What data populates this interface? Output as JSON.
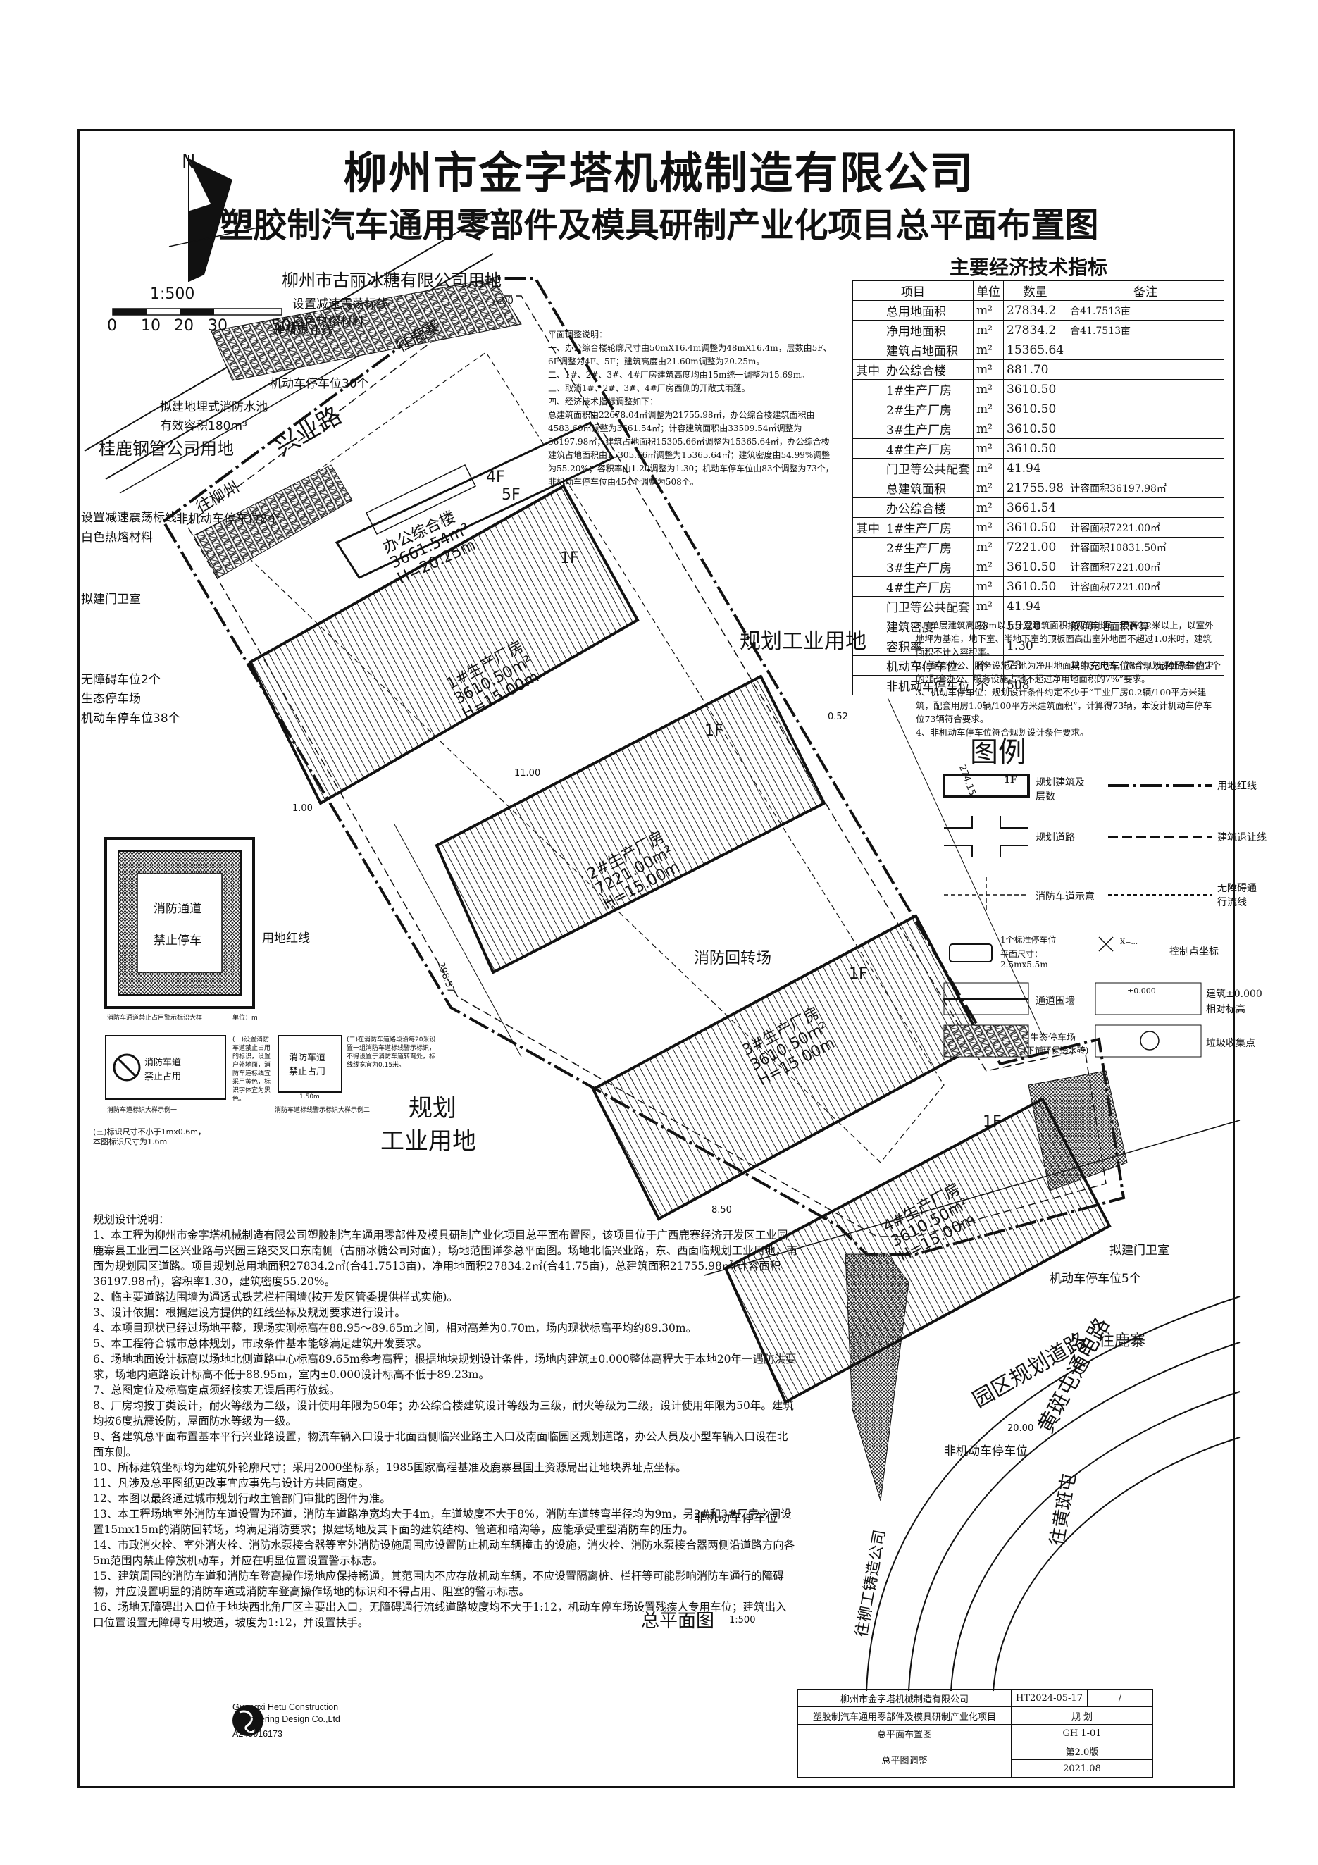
{
  "titles": {
    "company": "柳州市金字塔机械制造有限公司",
    "project": "塑胶制汽车通用零部件及模具研制产业化项目总平面布置图"
  },
  "scale": {
    "label": "1:500",
    "ticks": [
      "0",
      "10",
      "20",
      "30",
      "50m"
    ]
  },
  "north": {
    "label": "N"
  },
  "neighbors": {
    "north": "柳州市古丽冰糖有限公司用地",
    "west": "桂鹿钢管公司用地",
    "east": "规划工业用地",
    "southwest_1": "规划",
    "southwest_2": "工业用地"
  },
  "roads": {
    "xingye": "兴业路",
    "wang_liuzhou": "往柳州",
    "wang_luzhai_top": "往鹿寨",
    "wang_luzhai_bottom": "往鹿寨",
    "park_road": "园区规划道路",
    "huangbantun": "黄斑屯通电路",
    "wang_huangbantun": "往黄斑屯",
    "wang_liugong": "往柳工铸造公司"
  },
  "site_labels": {
    "speed_bump_top": "设置减速震荡标线",
    "white_hot_top": "白色热熔材料",
    "setback": "建筑退让线",
    "moto_30": "机动车停车位30个",
    "fire_pool_1": "拟建地埋式消防水池",
    "fire_pool_2": "有效容积180m³",
    "speed_bump_left": "设置减速震荡标线",
    "white_hot_left": "白色热熔材料",
    "nonmoto_8": "非机动车停车位8个",
    "gate_left": "拟建门卫室",
    "accessible_2": "无障碍车位2个",
    "eco_parking": "生态停车场",
    "moto_38": "机动车停车位38个",
    "boundary": "用地红线",
    "fire_turn": "消防回转场",
    "gate_right": "拟建门卫室",
    "moto_5": "机动车停车位5个",
    "nonmoto_right": "非机动车停车位",
    "nonmoto_bottom": "非机动车停车位",
    "site_plan": "总平面图",
    "site_plan_scale": "1:500"
  },
  "buildings": [
    {
      "name": "办公综合楼",
      "area": "3661.54m²",
      "height": "H=20.25m"
    },
    {
      "name": "1#生产厂房",
      "area": "3610.50m²",
      "height": "H=15.00m"
    },
    {
      "name": "2#生产厂房",
      "area": "7221.00m²",
      "height": "H=15.00m"
    },
    {
      "name": "3#生产厂房",
      "area": "3610.50m²",
      "height": "H=15.00m"
    },
    {
      "name": "4#生产厂房",
      "area": "3610.50m²",
      "height": "H=15.00m"
    }
  ],
  "floor_tags": {
    "office_4f": "4F",
    "office_5f": "5F",
    "plant_1": "1F",
    "plant_2": "1F",
    "plant_3": "1F",
    "plant_4": "1F"
  },
  "dims": {
    "d1": "274.15",
    "d2": "298.57",
    "d3": "0.52",
    "d4": "8.50",
    "d5": "4.00",
    "d6": "1.00",
    "d7": "11.00",
    "d8": "20.00"
  },
  "adjust_notes": [
    "平面调整说明：",
    "一、办公综合楼轮廓尺寸由50mX16.4m调整为48mX16.4m，层数由5F、6F调整为4F、5F；建筑高度由21.60m调整为20.25m。",
    "二、1#、2#、3#、4#厂房建筑高度均由15m统一调整为15.69m。",
    "三、取消1#、2#、3#、4#厂房西侧的开敞式雨蓬。",
    "四、经济技术指标调整如下：",
    "总建筑面积由22678.04㎡调整为21755.98㎡，办公综合楼建筑面积由4583.60㎡调整为3661.54㎡；计容建筑面积由33509.54㎡调整为36197.98㎡；建筑占地面积15305.66㎡调整为15365.64㎡，办公综合楼建筑占地面积由15305.66㎡调整为15365.64㎡；建筑密度由54.99%调整为55.20%；容积率由1.20调整为1.30；机动车停车位由83个调整为73个，非机动车停车位由454个调整为508个。"
  ],
  "eco": {
    "title": "主要经济技术指标",
    "headers": [
      "项目",
      "单位",
      "数量",
      "备注"
    ],
    "rows": [
      {
        "g": "",
        "item": "总用地面积",
        "unit": "m²",
        "qty": "27834.2",
        "note": "合41.7513亩"
      },
      {
        "g": "",
        "item": "净用地面积",
        "unit": "m²",
        "qty": "27834.2",
        "note": "合41.7513亩"
      },
      {
        "g": "",
        "item": "建筑占地面积",
        "unit": "m²",
        "qty": "15365.64",
        "note": ""
      },
      {
        "g": "其中",
        "item": "办公综合楼",
        "unit": "m²",
        "qty": "881.70",
        "note": ""
      },
      {
        "g": "",
        "item": "1#生产厂房",
        "unit": "m²",
        "qty": "3610.50",
        "note": ""
      },
      {
        "g": "",
        "item": "2#生产厂房",
        "unit": "m²",
        "qty": "3610.50",
        "note": ""
      },
      {
        "g": "",
        "item": "3#生产厂房",
        "unit": "m²",
        "qty": "3610.50",
        "note": ""
      },
      {
        "g": "",
        "item": "4#生产厂房",
        "unit": "m²",
        "qty": "3610.50",
        "note": ""
      },
      {
        "g": "",
        "item": "门卫等公共配套",
        "unit": "m²",
        "qty": "41.94",
        "note": ""
      },
      {
        "g": "",
        "item": "总建筑面积",
        "unit": "m²",
        "qty": "21755.98",
        "note": "计容面积36197.98㎡"
      },
      {
        "g": "",
        "item": "办公综合楼",
        "unit": "m²",
        "qty": "3661.54",
        "note": ""
      },
      {
        "g": "其中",
        "item": "1#生产厂房",
        "unit": "m²",
        "qty": "3610.50",
        "note": "计容面积7221.00㎡"
      },
      {
        "g": "",
        "item": "2#生产厂房",
        "unit": "m²",
        "qty": "7221.00",
        "note": "计容面积10831.50㎡"
      },
      {
        "g": "",
        "item": "3#生产厂房",
        "unit": "m²",
        "qty": "3610.50",
        "note": "计容面积7221.00㎡"
      },
      {
        "g": "",
        "item": "4#生产厂房",
        "unit": "m²",
        "qty": "3610.50",
        "note": "计容面积7221.00㎡"
      },
      {
        "g": "",
        "item": "门卫等公共配套",
        "unit": "m²",
        "qty": "41.94",
        "note": ""
      },
      {
        "g": "",
        "item": "建筑密度",
        "unit": "%",
        "qty": "55.20",
        "note": "按净用地面积计算"
      },
      {
        "g": "",
        "item": "容积率",
        "unit": "",
        "qty": "1.30",
        "note": ""
      },
      {
        "g": "",
        "item": "机动车停车位",
        "unit": "个",
        "qty": "73",
        "note": "其中充电车位8个，无障碍车位2个"
      },
      {
        "g": "",
        "item": "非机动车停车位",
        "unit": "个",
        "qty": "508",
        "note": ""
      }
    ]
  },
  "table_notes": [
    "1、单层建筑高度8m以上计算建筑面积按两倍计算，层高2.2米以上，以室外地坪为基准，地下室、半地下室的顶板面高出室外地面不超过1.0米时，建筑面积不计入容积率。",
    "2、配套办公、服务设施占地为净用地面积的3.10%，符合规划设计条件约定的“配套办公、服务设施占地不超过净用地面积的7%”要求。",
    "3、机动车停车位：规划设计条件约定不少于“工业厂房0.2辆/100平方米建筑，配套用房1.0辆/100平方米建筑面积”，计算得73辆，本设计机动车停车位73辆符合要求。",
    "4、非机动车停车位符合规划设计条件要求。"
  ],
  "legend": {
    "title": "图例",
    "items": [
      "规划建筑及层数",
      "用地红线",
      "规划道路",
      "建筑退让线",
      "消防车道示意",
      "无障碍通行流线",
      "1个标准停车位",
      "平面尺寸：",
      "2.5mx5.5m",
      "控制点坐标",
      "通道围墙",
      "建筑±0.000",
      "相对标高",
      "生态停车场",
      "(下铺环保透水砖)",
      "垃圾收集点"
    ],
    "floor_tag": "1F",
    "coord_tag": "X=...",
    "elev_tag": "±0.000"
  },
  "sign_boxes": {
    "fire_lane_1": "消防通道",
    "fire_lane_2": "禁止停车",
    "caption_1": "消防车通道禁止占用警示标识大样",
    "round_1": "消防车道",
    "round_2": "禁止占用",
    "caption_2": "消防车道标识大样示例一",
    "rect_1": "消防车道",
    "rect_2": "禁止占用",
    "rect_dim": "1.50m",
    "caption_3": "消防车道标线警示标识大样示例二",
    "note_a": "(一)设置消防车道禁止占用的标识，设置户外地面，消防车道标线宜采用黄色，标识字体宜为黑色。",
    "note_b": "(二)在消防车道路段沿每20米设置一组消防车道标线警示标识，不得设置于消防车道转弯处，标线线宽宜为0.15米。",
    "note_c": "(三)标识尺寸不小于1mx0.6m，本图标识尺寸为1.6m",
    "unit": "单位：m"
  },
  "design_notes": [
    "规划设计说明：",
    "1、本工程为柳州市金字塔机械制造有限公司塑胶制汽车通用零部件及模具研制产业化项目总平面布置图，该项目位于广西鹿寨经济开发区工业园鹿寨县工业园二区兴业路与兴园三路交叉口东南侧（古丽冰糖公司对面），场地范围详参总平面图。场地北临兴业路，东、西面临规划工业用地，南面为规划园区道路。项目规划总用地面积27834.2㎡(合41.7513亩)，净用地面积27834.2㎡(合41.75亩)，总建筑面积21755.98㎡(计容面积36197.98㎡)，容积率1.30，建筑密度55.20%。",
    "2、临主要道路边围墙为通透式铁艺栏杆围墙(按开发区管委提供样式实施)。",
    "3、设计依据：根据建设方提供的红线坐标及规划要求进行设计。",
    "4、本项目现状已经过场地平整，现场实测标高在88.95～89.65m之间，相对高差为0.70m，场内现状标高平均约89.30m。",
    "5、本工程符合城市总体规划，市政条件基本能够满足建筑开发要求。",
    "6、场地地面设计标高以场地北侧道路中心标高89.65m参考高程；根据地块规划设计条件，场地内建筑±0.000整体高程大于本地20年一遇防洪要求，场地内道路设计标高不低于88.95m，室内±0.000设计标高不低于89.23m。",
    "7、总图定位及标高定点须经核实无误后再行放线。",
    "8、厂房均按丁类设计，耐火等级为二级，设计使用年限为50年；办公综合楼建筑设计等级为三级，耐火等级为二级，设计使用年限为50年。建筑均按6度抗震设防，屋面防水等级为一级。",
    "9、各建筑总平面布置基本平行兴业路设置，物流车辆入口设于北面西侧临兴业路主入口及南面临园区规划道路，办公人员及小型车辆入口设在北面东侧。",
    "10、所标建筑坐标均为建筑外轮廓尺寸；采用2000坐标系，1985国家高程基准及鹿寨县国土资源局出让地块界址点坐标。",
    "11、凡涉及总平图纸更改事宜应事先与设计方共同商定。",
    "12、本图以最终通过城市规划行政主管部门审批的图件为准。",
    "13、本工程场地室外消防车道设置为环道，消防车道路净宽均大于4m，车道坡度不大于8%，消防车道转弯半径均为9m，另2#和3#厂房之间设置15mx15m的消防回转场，均满足消防要求；拟建场地及其下面的建筑结构、管道和暗沟等，应能承受重型消防车的压力。",
    "14、市政消火栓、室外消火栓、消防水泵接合器等室外消防设施周围应设置防止机动车辆撞击的设施，消火栓、消防水泵接合器两侧沿道路方向各5m范围内禁止停放机动车，并应在明显位置设置警示标志。",
    "15、建筑周围的消防车道和消防车登高操作场地应保持畅通，其范围内不应存放机动车辆，不应设置隔离桩、栏杆等可能影响消防车通行的障碍物，并应设置明显的消防车道或消防车登高操作场地的标识和不得占用、阻塞的警示标志。",
    "16、场地无障碍出入口位于地块西北角厂区主要出入口，无障碍通行流线道路坡度均不大于1:12，机动车停车场设置残疾人专用车位；建筑出入口位置设置无障碍专用坡道，坡度为1:12，并设置扶手。"
  ],
  "title_block": {
    "owner": "柳州市金字塔机械制造有限公司",
    "project": "塑胶制汽车通用零部件及模具研制产业化项目",
    "drawing": "总平面布置图",
    "content": "总平图调整",
    "no": "HT2024-05-17",
    "stage": "规 划",
    "code": "GH 1-01",
    "version": "第2.0版",
    "date": "2021.08",
    "page": "/"
  },
  "company": {
    "name_1": "Guangxi Hetu Construction",
    "name_2": "Engineering Design Co.,Ltd",
    "cert": "A245016173"
  },
  "colors": {
    "ink": "#111111",
    "hatch": "#222222"
  }
}
